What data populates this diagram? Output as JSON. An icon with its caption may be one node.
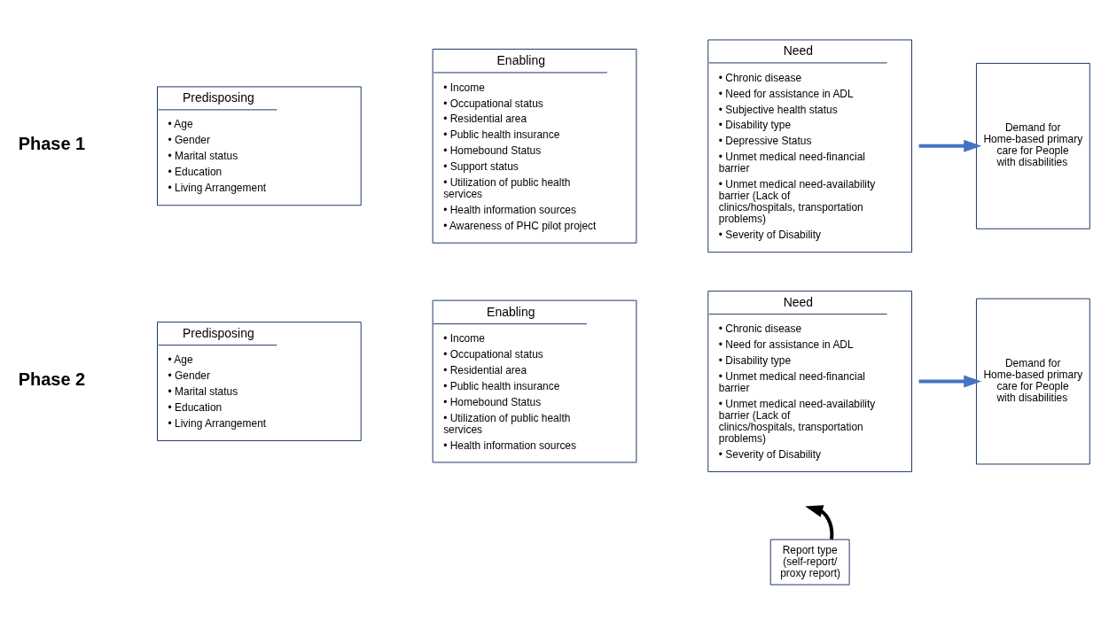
{
  "diagram": {
    "nodes": [
      {
        "text": [
          "Predisposing",
          "• Age",
          "• Gender",
          "• Marital status",
          "• Education",
          "• Living Arrangement"
        ]
      },
      {
        "text": [
          "Enabling",
          "• Income",
          "• Occupational status",
          "• Residential area",
          "• Public health insurance",
          "• Homebound Status",
          "• Support status",
          "• Utilization of public health services",
          "• Health information sources",
          "• Awareness of PHC pilot project"
        ]
      },
      {
        "text": [
          "Need",
          "• Chronic disease",
          "• Need for assistance in ADL",
          "• Subjective health status",
          "• Disability type",
          "• Depressive Status",
          "• Unmet medical need-financial barrier",
          "• Unmet medical need-availability barrier (Lack of clinics/hospitals, transportation problems)",
          "• Severity of Disability"
        ]
      },
      {
        "text": [
          "Demand for Home-based primary care for People with disabilities"
        ]
      },
      {
        "text": [
          "Predisposing",
          "• Age",
          "• Gender",
          "• Marital status",
          "• Education",
          "• Living Arrangement"
        ]
      },
      {
        "text": [
          "Enabling",
          "• Income",
          "• Occupational status",
          "• Residential area",
          "• Public health insurance",
          "• Homebound Status",
          "• Utilization of public health services",
          "• Health information sources"
        ]
      },
      {
        "text": [
          "Need",
          "• Chronic disease",
          "• Need for assistance in ADL",
          "• Disability type",
          "• Unmet medical need-financial barrier",
          "• Unmet medical need-availability barrier (Lack of clinics/hospitals, transportation problems)",
          "• Severity of Disability"
        ]
      },
      {
        "text": [
          "Demand for Home-based primary care for People with disabilities"
        ]
      },
      {
        "text": [
          "Report type (self-report/ proxy report)"
        ]
      }
    ],
    "edges": [
      {
        "from": 2,
        "to": 3,
        "arrow": "to",
        "color": "#4472c4"
      },
      {
        "from": 6,
        "to": 7,
        "arrow": "to",
        "color": "#4472c4"
      },
      {
        "from": 8,
        "to": null,
        "arrow": "to",
        "color": "#000000"
      }
    ],
    "labels": [
      "Phase 1",
      "Phase 2"
    ]
  }
}
